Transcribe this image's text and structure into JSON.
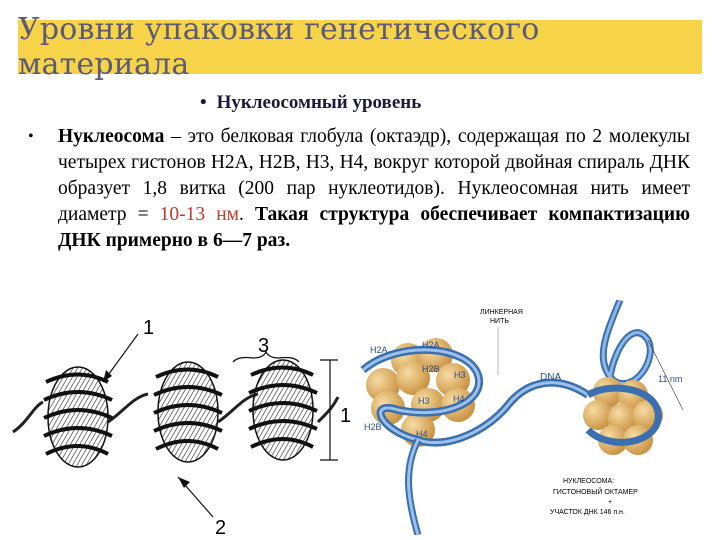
{
  "title": "Уровни упаковки генетического материала",
  "subheading": "Нуклеосомный уровень",
  "paragraph": {
    "term": "Нуклеосома",
    "text1": " – это белковая глобула (октаэдр), содержащая по 2 молекулы четырех гистонов Н2А, Н2В, Н3, Н4, вокруг которой двойная спираль ДНК образует 1,8 витка (200 пар нуклеотидов). Нуклеосомная нить имеет диаметр = ",
    "diameter": "10-13 нм",
    "text2": ". ",
    "bold_tail": "Такая структура обеспечивает компактизацию ДНК примерно в 6—7 раз."
  },
  "left_figure": {
    "label_1_top": "1",
    "label_3": "3",
    "label_1_side": "1",
    "label_2": "2"
  },
  "right_figure": {
    "linker_label_line1": "ЛИНКЕРНАЯ",
    "linker_label_line2": "НИТЬ",
    "histone_labels": [
      "H2A",
      "H2A",
      "H2B",
      "H3",
      "H3",
      "H4",
      "H2B",
      "H4"
    ],
    "dna_label": "DNA",
    "size_label": "11 nm",
    "caption": [
      "НУКЛЕОСОМА:",
      "ГИСТОНОВЫЙ ОКТАМЕР",
      "+",
      "УЧАСТОК ДНК 146 п.н."
    ],
    "colors": {
      "histone": "#e5b46a",
      "dna": "#5b8fd0",
      "title_band": "#f7d34a"
    }
  }
}
